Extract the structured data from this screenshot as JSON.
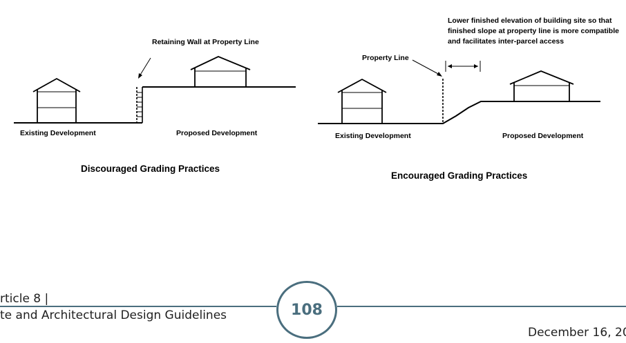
{
  "diagram_left": {
    "label_retaining_wall": "Retaining Wall at Property Line",
    "label_existing": "Existing Development",
    "label_proposed": "Proposed Development",
    "caption": "Discouraged Grading Practices"
  },
  "diagram_right": {
    "note_lines": [
      "Lower finished elevation of building site so that",
      "finished slope at property line is more compatible",
      "and facilitates inter-parcel access"
    ],
    "label_property_line": "Property Line",
    "label_existing": "Existing Development",
    "label_proposed": "Proposed Development",
    "caption": "Encouraged Grading Practices"
  },
  "footer": {
    "article": "rticle 8 |",
    "guidelines": "te and Architectural Design Guidelines",
    "page_number": "108",
    "date": "December 16, 202"
  },
  "colors": {
    "accent": "#4a6e7e",
    "line": "#000000"
  }
}
